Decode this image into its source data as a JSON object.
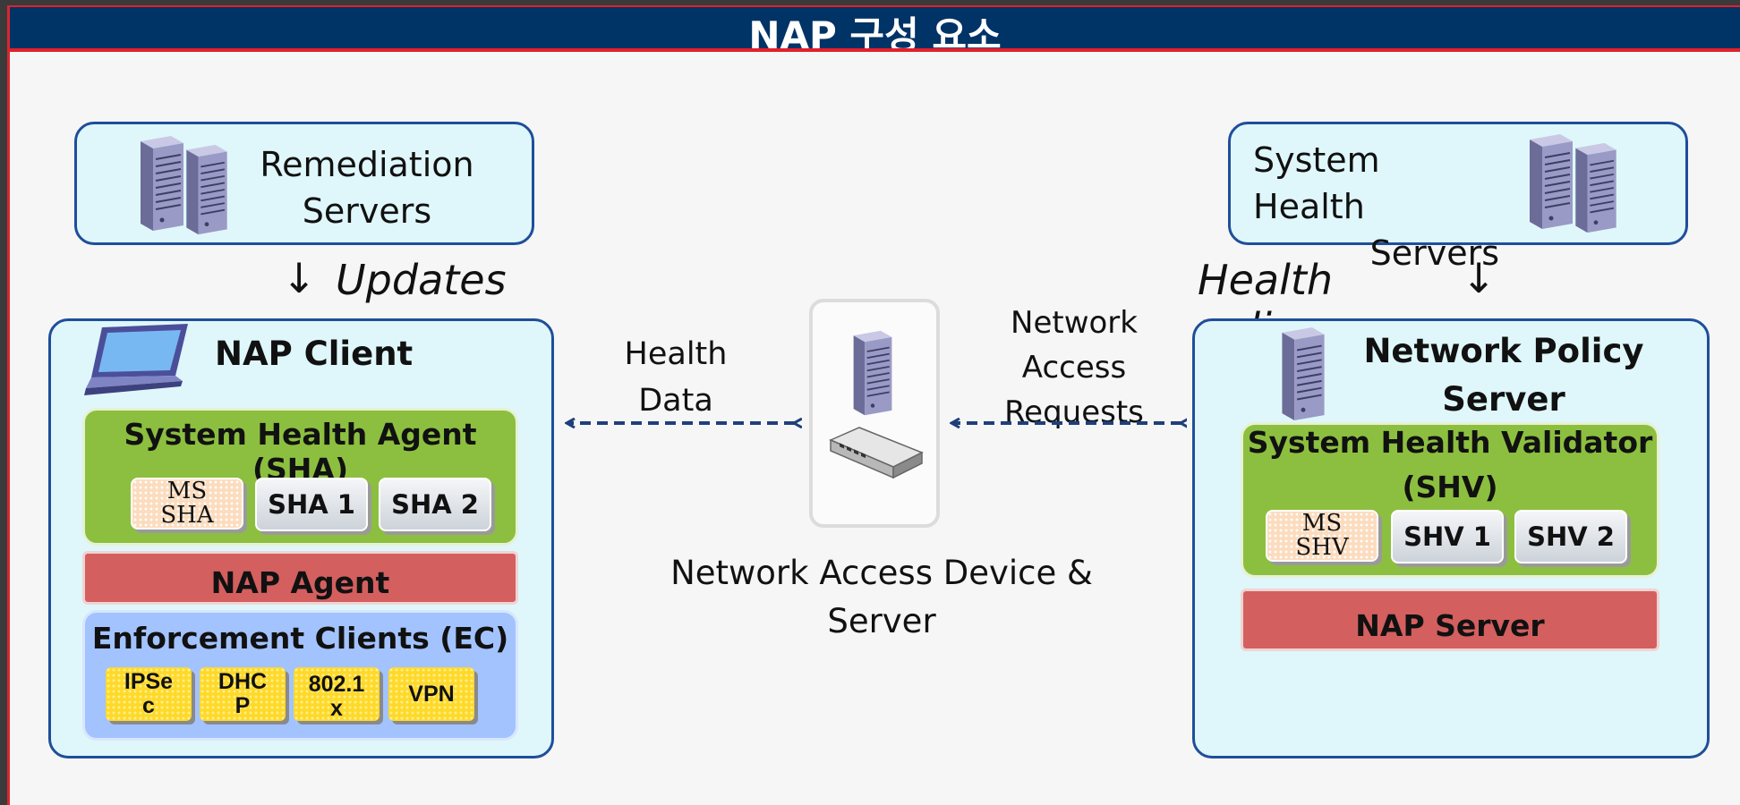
{
  "title": "NAP 구성 요소",
  "remediation": {
    "line1": "Remediation",
    "line2": "Servers"
  },
  "updates": {
    "arrow": "↓",
    "label": "Updates"
  },
  "system_health_servers": {
    "line1": "System Health",
    "line2": "Servers"
  },
  "health_policy": {
    "label": "Health policy",
    "arrow": "↓"
  },
  "nap_client": {
    "title": "NAP Client",
    "sha": {
      "title": "System Health Agent (SHA)",
      "ms_line1": "MS",
      "ms_line2": "SHA",
      "chip1": "SHA 1",
      "chip2": "SHA 2"
    },
    "nap_agent": "NAP Agent",
    "ec": {
      "title": "Enforcement Clients (EC)",
      "chips": [
        {
          "line1": "IPSe",
          "line2": "c"
        },
        {
          "line1": "DHC",
          "line2": "P"
        },
        {
          "line1": "802.1",
          "line2": "x"
        },
        {
          "line1": "VPN",
          "line2": ""
        }
      ]
    }
  },
  "health_data": {
    "line1": "Health",
    "line2": "Data"
  },
  "network_access_requests": {
    "line1": "Network",
    "line2": "Access",
    "line3": "Requests"
  },
  "device_label": {
    "line1": "Network Access Device &",
    "line2": "Server"
  },
  "nps": {
    "title_line1": "Network Policy",
    "title_line2": "Server",
    "shv": {
      "title_line1": "System Health Validator",
      "title_line2": "(SHV)",
      "ms_line1": "MS",
      "ms_line2": "SHV",
      "chip1": "SHV 1",
      "chip2": "SHV 2"
    },
    "nap_server": "NAP Server"
  },
  "colors": {
    "title_bar": "#003366",
    "accent_red": "#e2202a",
    "box_fill": "#dff7fa",
    "box_border": "#1f4e9a",
    "green": "#8cbf3f",
    "red_bar": "#d45f5f",
    "blue_box": "#a3c3ff",
    "yellow_chip": "#ffd92a",
    "arrow": "#1f3f7a"
  }
}
